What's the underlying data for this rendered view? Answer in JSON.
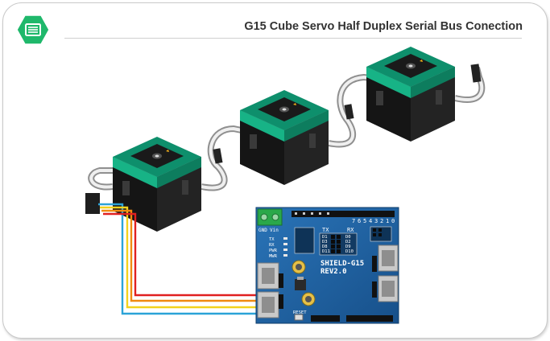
{
  "title": "G15 Cube Servo Half Duplex Serial Bus Conection",
  "board": {
    "name_line1": "SHIELD-G15",
    "name_line2": "REV2.0",
    "gnd_label": "GND",
    "vin_label": "Vin",
    "led_labels": [
      "TX",
      "RX",
      "PWR",
      "MWR"
    ],
    "reset_label": "RESET",
    "tx_label": "TX",
    "rx_label": "RX",
    "d_pins_left": [
      "D1",
      "D3",
      "D8",
      "D11"
    ],
    "d_pins_right": [
      "D0",
      "D2",
      "D9",
      "D10"
    ],
    "header_numbers": [
      "7",
      "6",
      "5",
      "4",
      "3",
      "2",
      "1",
      "0"
    ]
  },
  "colors": {
    "green": "#1bbf73",
    "teal": "#1d9b7d",
    "board_blue": "#1c5f9e",
    "wire_red": "#e02020",
    "wire_orange": "#f08a10",
    "wire_yellow": "#f2d21c",
    "wire_blue": "#2ba3d8"
  }
}
